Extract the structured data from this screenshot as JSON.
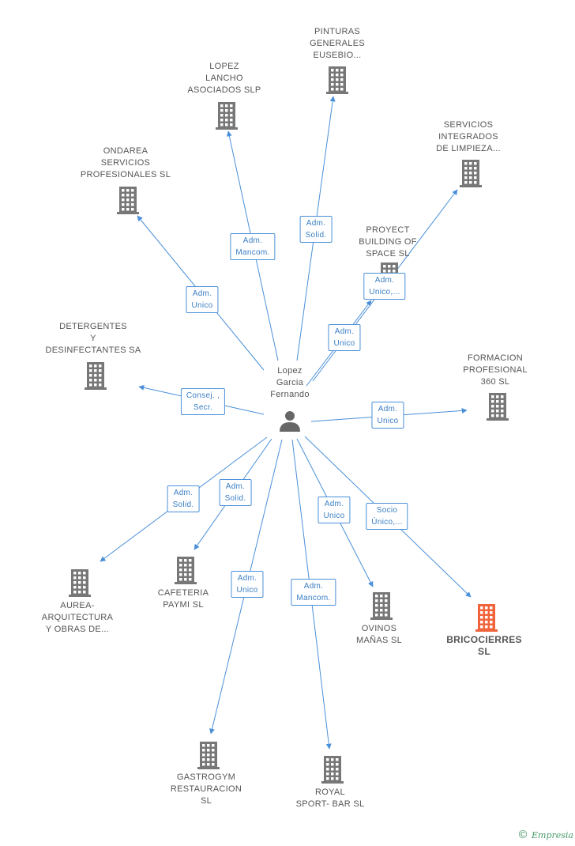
{
  "center": {
    "name": "Lopez\nGarcia\nFernando"
  },
  "nodes": [
    {
      "id": "pinturas",
      "label": "PINTURAS\nGENERALES\nEUSEBIO...",
      "color": "#777777",
      "highlight": false
    },
    {
      "id": "lopez_lancho",
      "label": "LOPEZ\nLANCHO\nASOCIADOS SLP",
      "color": "#777777",
      "highlight": false
    },
    {
      "id": "servicios",
      "label": "SERVICIOS\nINTEGRADOS\nDE LIMPIEZA...",
      "color": "#777777",
      "highlight": false
    },
    {
      "id": "ondarea",
      "label": "ONDAREA\nSERVICIOS\nPROFESIONALES SL",
      "color": "#777777",
      "highlight": false
    },
    {
      "id": "proyect",
      "label": "PROYECT\nBUILDING OF\nSPACE SL",
      "color": "#777777",
      "highlight": false
    },
    {
      "id": "detergentes",
      "label": "DETERGENTES\nY\nDESINFECTANTES SA",
      "color": "#777777",
      "highlight": false
    },
    {
      "id": "formacion",
      "label": "FORMACION\nPROFESIONAL\n360 SL",
      "color": "#777777",
      "highlight": false
    },
    {
      "id": "aurea",
      "label": "AUREA-\nARQUITECTURA\nY OBRAS DE...",
      "color": "#777777",
      "highlight": false
    },
    {
      "id": "cafeteria",
      "label": "CAFETERIA\nPAYMI SL",
      "color": "#777777",
      "highlight": false
    },
    {
      "id": "ovinos",
      "label": "OVINOS\nMAÑAS SL",
      "color": "#777777",
      "highlight": false
    },
    {
      "id": "bricocierres",
      "label": "BRICOCIERRES\nSL",
      "color": "#f0643c",
      "highlight": true
    },
    {
      "id": "gastrogym",
      "label": "GASTROGYM\nRESTAURACION\nSL",
      "color": "#777777",
      "highlight": false
    },
    {
      "id": "royal",
      "label": "ROYAL\nSPORT- BAR SL",
      "color": "#777777",
      "highlight": false
    }
  ],
  "edges": [
    {
      "to": "pinturas",
      "label": "Adm.\nSolid."
    },
    {
      "to": "lopez_lancho",
      "label": "Adm.\nMancom."
    },
    {
      "to": "servicios",
      "label": "Adm.\nUnico,..."
    },
    {
      "to": "ondarea",
      "label": "Adm.\nUnico"
    },
    {
      "to": "proyect",
      "label": "Adm.\nUnico"
    },
    {
      "to": "detergentes",
      "label": "Consej. ,\nSecr."
    },
    {
      "to": "formacion",
      "label": "Adm.\nUnico"
    },
    {
      "to": "aurea",
      "label": "Adm.\nSolid."
    },
    {
      "to": "cafeteria",
      "label": "Adm.\nSolid."
    },
    {
      "to": "ovinos",
      "label": "Adm.\nUnico"
    },
    {
      "to": "bricocierres",
      "label": "Socio\nÚnico,..."
    },
    {
      "to": "gastrogym",
      "label": "Adm.\nUnico"
    },
    {
      "to": "royal",
      "label": "Adm.\nMancom."
    }
  ],
  "colors": {
    "edge": "#4a90d9",
    "building": "#777777",
    "person": "#666666"
  },
  "brand": {
    "symbol": "©",
    "name": "Empresia"
  }
}
